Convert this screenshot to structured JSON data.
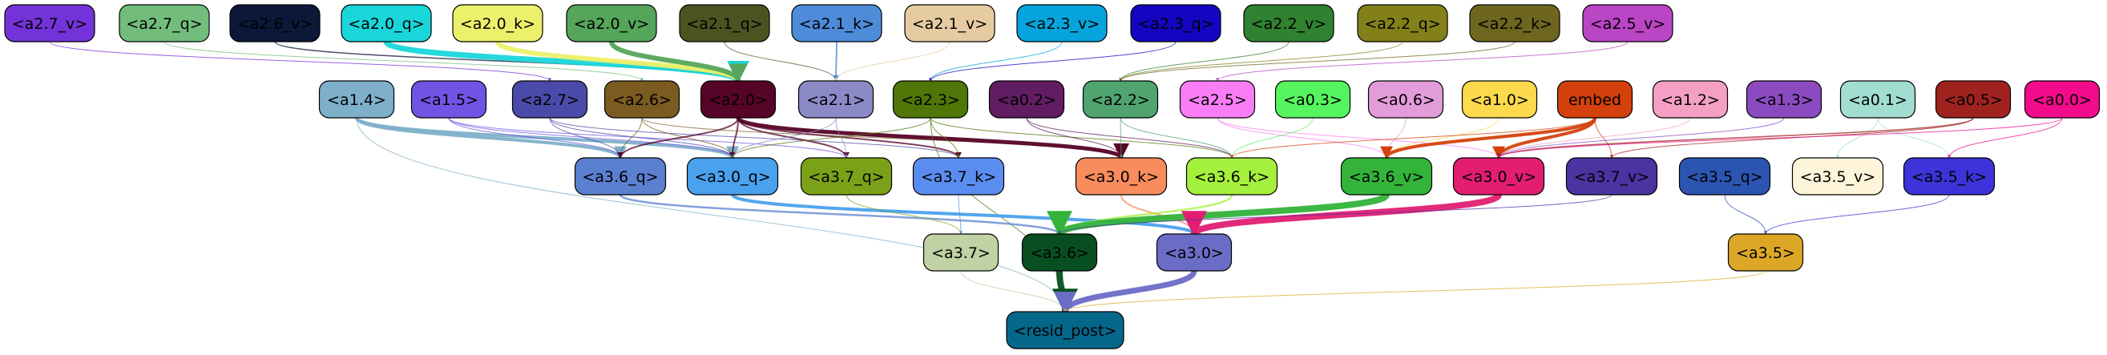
{
  "graph": {
    "nodes": [
      {
        "id": "a2_7_v",
        "label": "<a2.7_v>",
        "fill": "#7433d8",
        "text": "#000000"
      },
      {
        "id": "a2_7_q",
        "label": "<a2.7_q>",
        "fill": "#72bd7c",
        "text": "#000000"
      },
      {
        "id": "a2_6_v",
        "label": "<a2.6_v>",
        "fill": "#0c1838",
        "text": "#000000"
      },
      {
        "id": "a2_0_q",
        "label": "<a2.0_q>",
        "fill": "#19d6d9",
        "text": "#000000"
      },
      {
        "id": "a2_0_k",
        "label": "<a2.0_k>",
        "fill": "#ecf06a",
        "text": "#000000"
      },
      {
        "id": "a2_0_v",
        "label": "<a2.0_v>",
        "fill": "#55a55b",
        "text": "#000000"
      },
      {
        "id": "a2_1_q",
        "label": "<a2.1_q>",
        "fill": "#4b5420",
        "text": "#000000"
      },
      {
        "id": "a2_1_k",
        "label": "<a2.1_k>",
        "fill": "#4e8bd9",
        "text": "#000000"
      },
      {
        "id": "a2_1_v",
        "label": "<a2.1_v>",
        "fill": "#e6cba2",
        "text": "#000000"
      },
      {
        "id": "a2_3_v",
        "label": "<a2.3_v>",
        "fill": "#06a4dc",
        "text": "#000000"
      },
      {
        "id": "a2_3_q",
        "label": "<a2.3_q>",
        "fill": "#1405c0",
        "text": "#000000"
      },
      {
        "id": "a2_2_v",
        "label": "<a2.2_v>",
        "fill": "#308130",
        "text": "#000000"
      },
      {
        "id": "a2_2_q",
        "label": "<a2.2_q>",
        "fill": "#838019",
        "text": "#000000"
      },
      {
        "id": "a2_2_k",
        "label": "<a2.2_k>",
        "fill": "#6e661f",
        "text": "#000000"
      },
      {
        "id": "a2_5_v",
        "label": "<a2.5_v>",
        "fill": "#ba45c5",
        "text": "#000000"
      },
      {
        "id": "a1_4",
        "label": "<a1.4>",
        "fill": "#7eb0ca",
        "text": "#000000"
      },
      {
        "id": "a1_5",
        "label": "<a1.5>",
        "fill": "#7254e4",
        "text": "#000000"
      },
      {
        "id": "a2_7",
        "label": "<a2.7>",
        "fill": "#4a4aa9",
        "text": "#000000"
      },
      {
        "id": "a2_6",
        "label": "<a2.6>",
        "fill": "#7b5b20",
        "text": "#000000"
      },
      {
        "id": "a2_0",
        "label": "<a2.0>",
        "fill": "#560427",
        "text": "#000000"
      },
      {
        "id": "a2_1",
        "label": "<a2.1>",
        "fill": "#8b8ac7",
        "text": "#000000"
      },
      {
        "id": "a2_3",
        "label": "<a2.3>",
        "fill": "#4f7607",
        "text": "#000000"
      },
      {
        "id": "a0_2",
        "label": "<a0.2>",
        "fill": "#601d61",
        "text": "#000000"
      },
      {
        "id": "a2_2",
        "label": "<a2.2>",
        "fill": "#4fa470",
        "text": "#000000"
      },
      {
        "id": "a2_5",
        "label": "<a2.5>",
        "fill": "#f97ef5",
        "text": "#000000"
      },
      {
        "id": "a0_3",
        "label": "<a0.3>",
        "fill": "#56f45f",
        "text": "#000000"
      },
      {
        "id": "a0_6",
        "label": "<a0.6>",
        "fill": "#e29cd9",
        "text": "#000000"
      },
      {
        "id": "a1_0",
        "label": "<a1.0>",
        "fill": "#fcd94d",
        "text": "#000000"
      },
      {
        "id": "embed",
        "label": "embed",
        "fill": "#d4410c",
        "text": "#000000"
      },
      {
        "id": "a1_2",
        "label": "<a1.2>",
        "fill": "#f59fc4",
        "text": "#000000"
      },
      {
        "id": "a1_3",
        "label": "<a1.3>",
        "fill": "#8b4ac0",
        "text": "#000000"
      },
      {
        "id": "a0_1",
        "label": "<a0.1>",
        "fill": "#a2ddd1",
        "text": "#000000"
      },
      {
        "id": "a0_5",
        "label": "<a0.5>",
        "fill": "#a0221f",
        "text": "#000000"
      },
      {
        "id": "a0_0",
        "label": "<a0.0>",
        "fill": "#f20b8b",
        "text": "#000000"
      },
      {
        "id": "a3_6_q",
        "label": "<a3.6_q>",
        "fill": "#5b80cf",
        "text": "#000000"
      },
      {
        "id": "a3_0_q",
        "label": "<a3.0_q>",
        "fill": "#4aa1ed",
        "text": "#000000"
      },
      {
        "id": "a3_7_q",
        "label": "<a3.7_q>",
        "fill": "#7ba118",
        "text": "#000000"
      },
      {
        "id": "a3_7_k",
        "label": "<a3.7_k>",
        "fill": "#5b8df0",
        "text": "#000000"
      },
      {
        "id": "a3_0_k",
        "label": "<a3.0_k>",
        "fill": "#f98c5d",
        "text": "#000000"
      },
      {
        "id": "a3_6_k",
        "label": "<a3.6_k>",
        "fill": "#a4f03c",
        "text": "#000000"
      },
      {
        "id": "a3_6_v",
        "label": "<a3.6_v>",
        "fill": "#33b33a",
        "text": "#000000"
      },
      {
        "id": "a3_0_v",
        "label": "<a3.0_v>",
        "fill": "#e21d72",
        "text": "#000000"
      },
      {
        "id": "a3_7_v",
        "label": "<a3.7_v>",
        "fill": "#4b33a1",
        "text": "#000000"
      },
      {
        "id": "a3_5_q",
        "label": "<a3.5_q>",
        "fill": "#2b55b0",
        "text": "#000000"
      },
      {
        "id": "a3_5_v",
        "label": "<a3.5_v>",
        "fill": "#fdf4d9",
        "text": "#000000"
      },
      {
        "id": "a3_5_k",
        "label": "<a3.5_k>",
        "fill": "#3c33d8",
        "text": "#000000"
      },
      {
        "id": "a3_7",
        "label": "<a3.7>",
        "fill": "#c0d1a3",
        "text": "#000000"
      },
      {
        "id": "a3_6",
        "label": "<a3.6>",
        "fill": "#074f20",
        "text": "#000000"
      },
      {
        "id": "a3_0",
        "label": "<a3.0>",
        "fill": "#6a6cc6",
        "text": "#000000"
      },
      {
        "id": "a3_5",
        "label": "<a3.5>",
        "fill": "#dca727",
        "text": "#000000"
      },
      {
        "id": "resid_post",
        "label": "<resid_post>",
        "fill": "#05678a",
        "text": "#000000"
      }
    ],
    "edges": [
      {
        "from": "a2_7_v",
        "to": "a2_7",
        "color": "#7433d8",
        "weight": 1
      },
      {
        "from": "a2_7_q",
        "to": "a2_6",
        "color": "#72bd7c",
        "weight": 1
      },
      {
        "from": "a2_6_v",
        "to": "a2_0",
        "color": "#0c1838",
        "weight": 1.5
      },
      {
        "from": "a2_0_q",
        "to": "a2_0",
        "color": "#19d6d9",
        "weight": 7
      },
      {
        "from": "a2_0_k",
        "to": "a2_0",
        "color": "#ecf06a",
        "weight": 6
      },
      {
        "from": "a2_0_v",
        "to": "a2_0",
        "color": "#55a55b",
        "weight": 6
      },
      {
        "from": "a2_1_q",
        "to": "a2_1",
        "color": "#4b5420",
        "weight": 1
      },
      {
        "from": "a2_1_k",
        "to": "a2_1",
        "color": "#4e8bd9",
        "weight": 2
      },
      {
        "from": "a2_1_v",
        "to": "a2_1",
        "color": "#e6cba2",
        "weight": 1
      },
      {
        "from": "a2_3_v",
        "to": "a2_3",
        "color": "#06a4dc",
        "weight": 1
      },
      {
        "from": "a2_3_q",
        "to": "a2_3",
        "color": "#1405c0",
        "weight": 1
      },
      {
        "from": "a2_2_v",
        "to": "a2_2",
        "color": "#308130",
        "weight": 1
      },
      {
        "from": "a2_2_q",
        "to": "a2_2",
        "color": "#838019",
        "weight": 1
      },
      {
        "from": "a2_2_k",
        "to": "a2_2",
        "color": "#6e661f",
        "weight": 1
      },
      {
        "from": "a2_5_v",
        "to": "a2_5",
        "color": "#ba45c5",
        "weight": 1
      },
      {
        "from": "a1_4",
        "to": "a3_6_q",
        "color": "#7eb0ca",
        "weight": 4
      },
      {
        "from": "a1_4",
        "to": "a3_0_q",
        "color": "#7eb0ca",
        "weight": 4
      },
      {
        "from": "a1_4",
        "to": "resid_post",
        "color": "#7eb0ca",
        "weight": 1
      },
      {
        "from": "a1_5",
        "to": "a3_6_q",
        "color": "#7254e4",
        "weight": 1
      },
      {
        "from": "a1_5",
        "to": "a3_0_q",
        "color": "#7254e4",
        "weight": 1
      },
      {
        "from": "a1_5",
        "to": "a3_7_q",
        "color": "#7254e4",
        "weight": 1
      },
      {
        "from": "a2_7",
        "to": "a3_6_q",
        "color": "#4a4aa9",
        "weight": 1
      },
      {
        "from": "a2_7",
        "to": "a3_0_q",
        "color": "#4a4aa9",
        "weight": 1
      },
      {
        "from": "a2_7",
        "to": "a3_7_k",
        "color": "#4a4aa9",
        "weight": 1
      },
      {
        "from": "a2_6",
        "to": "a3_6_q",
        "color": "#7b5b20",
        "weight": 1
      },
      {
        "from": "a2_6",
        "to": "a3_0_q",
        "color": "#7b5b20",
        "weight": 1
      },
      {
        "from": "a2_6",
        "to": "a3_0_k",
        "color": "#7b5b20",
        "weight": 1
      },
      {
        "from": "a2_0",
        "to": "a3_0_k",
        "color": "#560427",
        "weight": 5
      },
      {
        "from": "a2_0",
        "to": "a3_6_q",
        "color": "#560427",
        "weight": 2
      },
      {
        "from": "a2_0",
        "to": "a3_0_q",
        "color": "#560427",
        "weight": 2
      },
      {
        "from": "a2_0",
        "to": "a3_7_q",
        "color": "#560427",
        "weight": 2
      },
      {
        "from": "a2_0",
        "to": "a3_7_k",
        "color": "#560427",
        "weight": 2
      },
      {
        "from": "a2_1",
        "to": "a3_0_q",
        "color": "#8b8ac7",
        "weight": 1
      },
      {
        "from": "a2_1",
        "to": "a3_7_q",
        "color": "#8b8ac7",
        "weight": 1
      },
      {
        "from": "a2_3",
        "to": "a3_6_k",
        "color": "#4f7607",
        "weight": 1
      },
      {
        "from": "a2_3",
        "to": "a3_7_k",
        "color": "#4f7607",
        "weight": 1
      },
      {
        "from": "a2_3",
        "to": "resid_post",
        "color": "#4f7607",
        "weight": 1
      },
      {
        "from": "a2_3",
        "to": "a3_0_q",
        "color": "#4f7607",
        "weight": 1
      },
      {
        "from": "a0_2",
        "to": "a3_0_k",
        "color": "#601d61",
        "weight": 1
      },
      {
        "from": "a0_2",
        "to": "a3_6_k",
        "color": "#601d61",
        "weight": 1
      },
      {
        "from": "a2_2",
        "to": "a3_6_k",
        "color": "#4fa470",
        "weight": 1
      },
      {
        "from": "a2_2",
        "to": "a3_0_k",
        "color": "#4fa470",
        "weight": 1
      },
      {
        "from": "a2_5",
        "to": "a3_6_v",
        "color": "#f97ef5",
        "weight": 1
      },
      {
        "from": "a2_5",
        "to": "a3_0_v",
        "color": "#f97ef5",
        "weight": 1
      },
      {
        "from": "a0_3",
        "to": "a3_6_k",
        "color": "#56f45f",
        "weight": 1
      },
      {
        "from": "a0_6",
        "to": "a3_6_v",
        "color": "#e29cd9",
        "weight": 1
      },
      {
        "from": "a1_0",
        "to": "a3_6_v",
        "color": "#fcd94d",
        "weight": 1
      },
      {
        "from": "embed",
        "to": "a3_6_v",
        "color": "#d4410c",
        "weight": 4
      },
      {
        "from": "embed",
        "to": "a3_0_v",
        "color": "#d4410c",
        "weight": 4
      },
      {
        "from": "embed",
        "to": "a3_7_v",
        "color": "#d4410c",
        "weight": 1
      },
      {
        "from": "embed",
        "to": "a3_6_k",
        "color": "#d4410c",
        "weight": 1
      },
      {
        "from": "a1_2",
        "to": "a3_0_v",
        "color": "#f59fc4",
        "weight": 1
      },
      {
        "from": "a1_3",
        "to": "a3_0_v",
        "color": "#8b4ac0",
        "weight": 1
      },
      {
        "from": "a0_1",
        "to": "a3_5_v",
        "color": "#a2ddd1",
        "weight": 1
      },
      {
        "from": "a0_1",
        "to": "a3_5_k",
        "color": "#a2ddd1",
        "weight": 1
      },
      {
        "from": "a0_5",
        "to": "a3_0_v",
        "color": "#a0221f",
        "weight": 1.5
      },
      {
        "from": "a0_5",
        "to": "a3_7_v",
        "color": "#a0221f",
        "weight": 1
      },
      {
        "from": "a0_0",
        "to": "a3_5_k",
        "color": "#f20b8b",
        "weight": 1
      },
      {
        "from": "a0_0",
        "to": "a3_0_v",
        "color": "#f20b8b",
        "weight": 1
      },
      {
        "from": "a3_6_q",
        "to": "a3_6",
        "color": "#5b80cf",
        "weight": 2.5
      },
      {
        "from": "a3_0_q",
        "to": "a3_0",
        "color": "#4aa1ed",
        "weight": 4
      },
      {
        "from": "a3_7_q",
        "to": "a3_7",
        "color": "#7ba118",
        "weight": 1
      },
      {
        "from": "a3_7_k",
        "to": "a3_7",
        "color": "#5b8df0",
        "weight": 1
      },
      {
        "from": "a3_0_k",
        "to": "a3_0",
        "color": "#f98c5d",
        "weight": 2
      },
      {
        "from": "a3_6_k",
        "to": "a3_6",
        "color": "#a4f03c",
        "weight": 2.5
      },
      {
        "from": "a3_6_v",
        "to": "a3_6",
        "color": "#33b33a",
        "weight": 8
      },
      {
        "from": "a3_0_v",
        "to": "a3_0",
        "color": "#e21d72",
        "weight": 8
      },
      {
        "from": "a3_7_v",
        "to": "a3_6",
        "color": "#4b33a1",
        "weight": 1
      },
      {
        "from": "a3_5_q",
        "to": "a3_5",
        "color": "#2b55b0",
        "weight": 1
      },
      {
        "from": "a3_5_v",
        "to": "a3_5",
        "color": "#fdf4d9",
        "weight": 1
      },
      {
        "from": "a3_5_k",
        "to": "a3_5",
        "color": "#3c33d8",
        "weight": 1
      },
      {
        "from": "a3_7",
        "to": "resid_post",
        "color": "#c0d1a3",
        "weight": 1
      },
      {
        "from": "a3_6",
        "to": "resid_post",
        "color": "#074f20",
        "weight": 8
      },
      {
        "from": "a3_0",
        "to": "resid_post",
        "color": "#6a6cc6",
        "weight": 7
      },
      {
        "from": "a3_5",
        "to": "resid_post",
        "color": "#dca727",
        "weight": 1
      }
    ]
  }
}
